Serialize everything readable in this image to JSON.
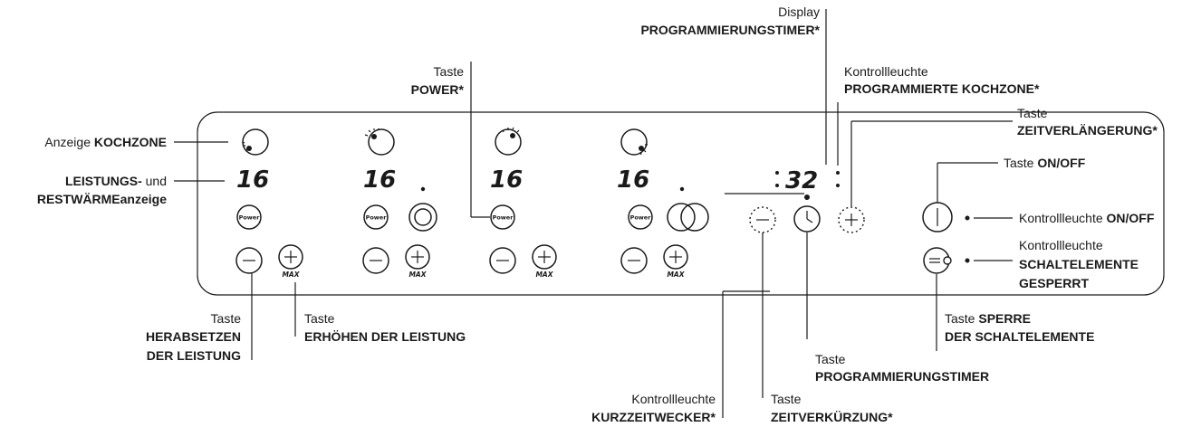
{
  "segment_values": {
    "zone1": "16",
    "zone2": "16",
    "zone3": "16",
    "zone4": "16",
    "timer": "32"
  },
  "button_texts": {
    "power": "Power",
    "max": "MAX"
  },
  "labels": {
    "display_timer": {
      "line1": "Display",
      "line2": "PROGRAMMIERUNGSTIMER*"
    },
    "lamp_programmed_zone": {
      "line1": "Kontrollleuchte",
      "line2": "PROGRAMMIERTE KOCHZONE*"
    },
    "key_power": {
      "line1": "Taste",
      "line2": "POWER*"
    },
    "key_time_extend": {
      "line1": "Taste",
      "line2": "ZEITVERLÄNGERUNG*"
    },
    "indicator_zone": {
      "normal": "Anzeige ",
      "bold": "KOCHZONE"
    },
    "power_heat_display": {
      "bold1": "LEISTUNGS-",
      "normal": " und",
      "bold2": "RESTWÄRME",
      "normal2": "anzeige"
    },
    "key_onoff": {
      "normal": "Taste ",
      "bold": "ON/OFF"
    },
    "lamp_onoff": {
      "normal": "Kontrollleuchte ",
      "bold": "ON/OFF"
    },
    "lamp_lock": {
      "line1": "Kontrollleuchte",
      "line2": "SCHALTELEMENTE",
      "line3": "GESPERRT"
    },
    "key_decrease": {
      "line1": "Taste",
      "line2": "HERABSETZEN",
      "line3": "DER LEISTUNG"
    },
    "key_increase": {
      "line1": "Taste",
      "line2": "ERHÖHEN DER LEISTUNG"
    },
    "key_lock": {
      "normal": "Taste ",
      "bold": "SPERRE",
      "line2": "DER SCHALTELEMENTE"
    },
    "key_timer": {
      "line1": "Taste",
      "line2": "PROGRAMMIERUNGSTIMER"
    },
    "lamp_minute_minder": {
      "line1": "Kontrollleuchte",
      "line2": "KURZZEITWECKER*"
    },
    "key_time_reduce": {
      "line1": "Taste",
      "line2": "ZEITVERKÜRZUNG*"
    }
  }
}
